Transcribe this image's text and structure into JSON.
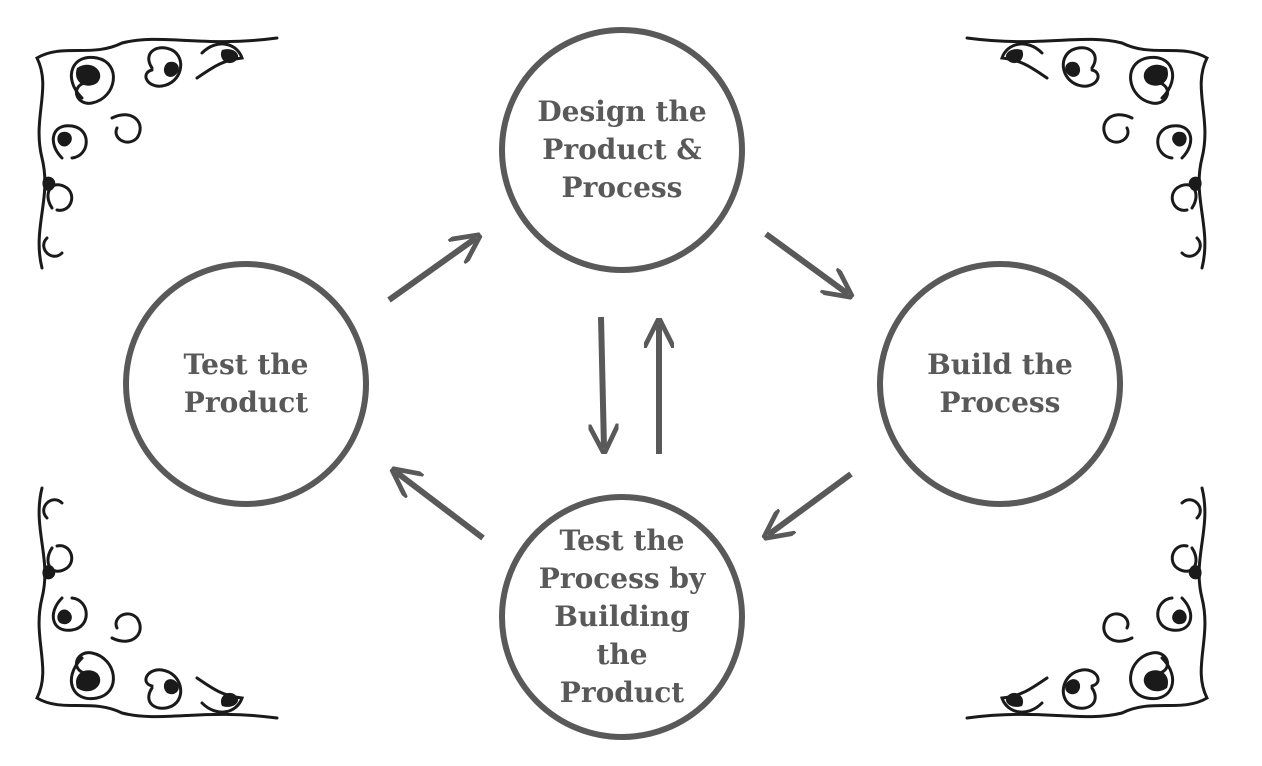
{
  "diagram": {
    "nodes": [
      {
        "id": "design",
        "label": "Design the\nProduct &\nProcess"
      },
      {
        "id": "build",
        "label": "Build the\nProcess"
      },
      {
        "id": "test-process",
        "label": "Test the\nProcess by\nBuilding\nthe\nProduct"
      },
      {
        "id": "test-product",
        "label": "Test the\nProduct"
      }
    ],
    "edges": [
      {
        "from": "design",
        "to": "build"
      },
      {
        "from": "build",
        "to": "test-process"
      },
      {
        "from": "test-process",
        "to": "test-product"
      },
      {
        "from": "test-product",
        "to": "design"
      },
      {
        "from": "design",
        "to": "test-process"
      },
      {
        "from": "test-process",
        "to": "design"
      }
    ],
    "colors": {
      "stroke": "#595959",
      "text": "#595959",
      "ornament": "#1a1a1a",
      "background": "#ffffff"
    },
    "ornaments": [
      "scroll-ornament-top-left",
      "scroll-ornament-top-right",
      "scroll-ornament-bottom-left",
      "scroll-ornament-bottom-right"
    ]
  }
}
